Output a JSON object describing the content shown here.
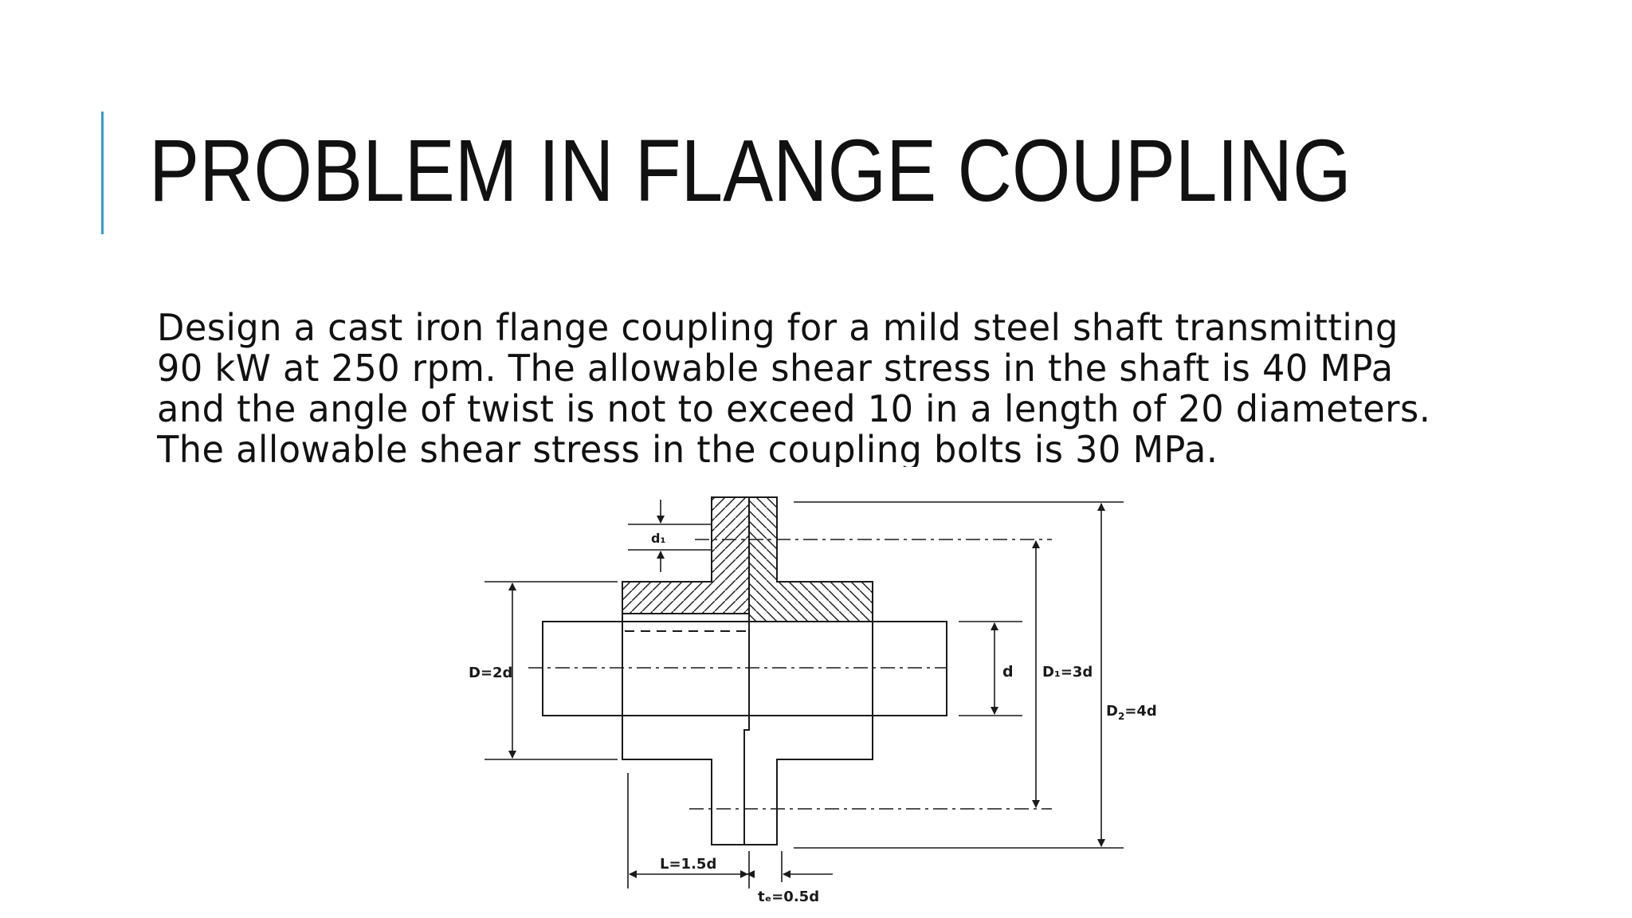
{
  "slide": {
    "title": "PROBLEM IN FLANGE COUPLING",
    "body": "Design a cast iron flange coupling for a mild steel shaft transmitting\n90 kW at 250 rpm. The allowable shear stress in the shaft is 40 MPa\nand the angle of twist is not to exceed 10 in a length of 20 diameters.\nThe allowable shear stress in the coupling bolts is 30 MPa."
  },
  "colors": {
    "accent": "#3a9bd0",
    "text": "#111111",
    "line": "#1a1a1a"
  },
  "diagram": {
    "labels": {
      "d1": "d₁",
      "hub_diameter": "D=2d",
      "shaft_diameter": "d",
      "bolt_circle": "D₁=3d",
      "outer_diameter_main": "D",
      "outer_diameter_sub": "2",
      "outer_diameter_rest": "=4d",
      "hub_length": "L=1.5d",
      "flange_thickness": "tₑ=0.5d"
    }
  }
}
